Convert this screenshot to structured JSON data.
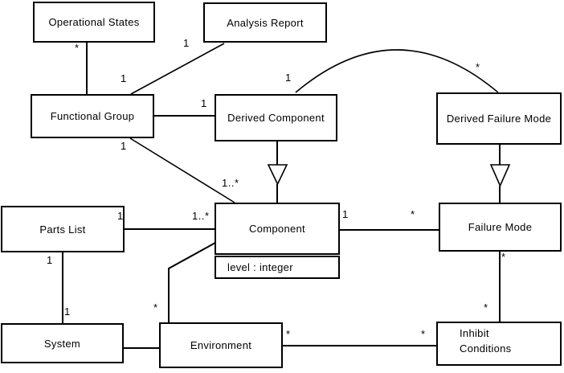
{
  "diagram": {
    "kind": "uml-class-diagram",
    "colors": {
      "background": "#ffffff",
      "box_fill": "#ffffff",
      "line": "#000000",
      "text": "#000000"
    },
    "nodes": {
      "operational_states": {
        "label": "Operational States"
      },
      "analysis_report": {
        "label": "Analysis Report"
      },
      "functional_group": {
        "label": "Functional Group"
      },
      "derived_component": {
        "label": "Derived Component"
      },
      "derived_failure_mode": {
        "label": "Derived Failure Mode"
      },
      "parts_list": {
        "label": "Parts List"
      },
      "component": {
        "label": "Component",
        "attribute": "level : integer"
      },
      "failure_mode": {
        "label": "Failure Mode"
      },
      "system": {
        "label": "System"
      },
      "environment": {
        "label": "Environment"
      },
      "inhibit_conditions": {
        "label": "Inhibit\nConditions"
      }
    },
    "multiplicities": {
      "os_fg_star": "*",
      "os_fg_one": "1",
      "ar_fg_one": "1",
      "fg_dc_one": "1",
      "fg_comp_one": "1",
      "fg_comp_many": "1..*",
      "dc_arc_one": "1",
      "dfm_arc_star": "*",
      "pl_comp_one": "1",
      "pl_comp_many": "1..*",
      "comp_fm_one": "1",
      "comp_fm_star": "*",
      "pl_sys_upper_one": "1",
      "pl_sys_lower_one": "1",
      "env_comp_star": "*",
      "env_ic_left_star": "*",
      "env_ic_right_star": "*",
      "fm_ic_upper_star": "*",
      "fm_ic_lower_star": "*"
    }
  }
}
